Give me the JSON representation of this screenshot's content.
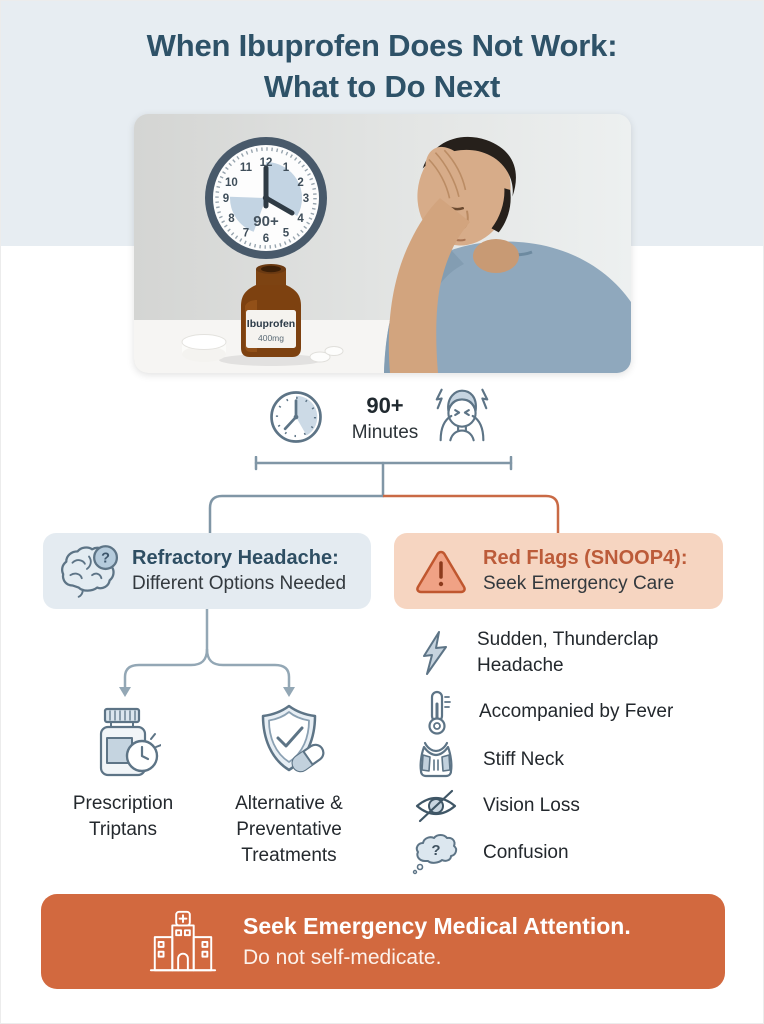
{
  "colors": {
    "band-bg": "#e7edf2",
    "title-color": "#2e5268",
    "connector-gray": "#8096a6",
    "connector-orange": "#c96a45",
    "refractory-box-bg": "#e4ebf1",
    "redflags-box-bg": "#f6d5c1",
    "redflags-title-color": "#bc5b39",
    "body-text": "#2c3338",
    "banner-bg": "#d2693f",
    "icon-stroke": "#5d7486"
  },
  "header": {
    "title_line1": "When Ibuprofen Does Not Work:",
    "title_line2": "What to Do Next"
  },
  "hero": {
    "description": "Man with headache pressing hand to forehead beside wall clock showing 90+ and an open ibuprofen bottle",
    "clock_label": "90+",
    "bottle_name": "Ibuprofen",
    "bottle_dose": "400mg"
  },
  "duration": {
    "value": "90+",
    "unit": "Minutes",
    "icons": [
      "clock-icon",
      "headache-person-icon"
    ]
  },
  "refractory": {
    "title_bold": "Refractory Headache:",
    "title_rest": "Different Options Needed",
    "icon": "brain-question-icon",
    "options": [
      {
        "label": "Prescription Triptans",
        "icon": "pill-bottle-clock-icon"
      },
      {
        "label": "Alternative & Preventative Treatments",
        "icon": "shield-check-capsule-icon"
      }
    ]
  },
  "redflags": {
    "title_bold": "Red Flags (SNOOP4):",
    "title_rest": "Seek Emergency Care",
    "icon": "warning-triangle-icon",
    "symptoms": [
      {
        "label": "Sudden, Thunderclap Headache",
        "icon": "lightning-icon"
      },
      {
        "label": "Accompanied by Fever",
        "icon": "thermometer-icon"
      },
      {
        "label": "Stiff Neck",
        "icon": "neck-brace-icon"
      },
      {
        "label": "Vision Loss",
        "icon": "eye-slash-icon"
      },
      {
        "label": "Confusion",
        "icon": "thought-cloud-question-icon"
      }
    ]
  },
  "banner": {
    "line1": "Seek Emergency Medical Attention.",
    "line2": "Do not self-medicate.",
    "icon": "hospital-icon"
  }
}
